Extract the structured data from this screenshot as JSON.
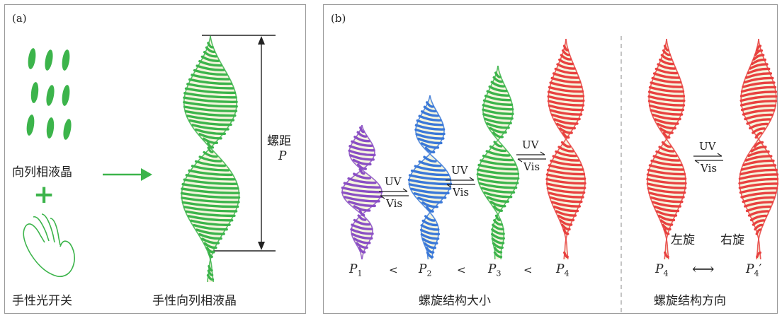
{
  "panel_a": {
    "label": "(a)",
    "lc_label": "向列相液晶",
    "plus": "+",
    "hand_label": "手性光开关",
    "result_label": "手性向列相液晶",
    "pitch_label": "螺距",
    "pitch_symbol": "P"
  },
  "panel_b": {
    "label": "(b)",
    "switch_uv": "UV",
    "switch_vis": "Vis",
    "pitches": [
      "P",
      "P",
      "P",
      "P"
    ],
    "pitch_subs": [
      "1",
      "2",
      "3",
      "4"
    ],
    "less_than": "<",
    "left_handed": "左旋",
    "right_handed": "右旋",
    "p4_left": "P",
    "p4_left_sub": "4",
    "p4_right": "P",
    "p4_right_sub": "4",
    "p4_prime": "′",
    "double_arrow": "⟷",
    "caption_size": "螺旋结构大小",
    "caption_direction": "螺旋结构方向"
  },
  "colors": {
    "green": "#3cb44b",
    "purple": "#8a4fc4",
    "blue": "#3a78d8",
    "red": "#e8413f"
  }
}
